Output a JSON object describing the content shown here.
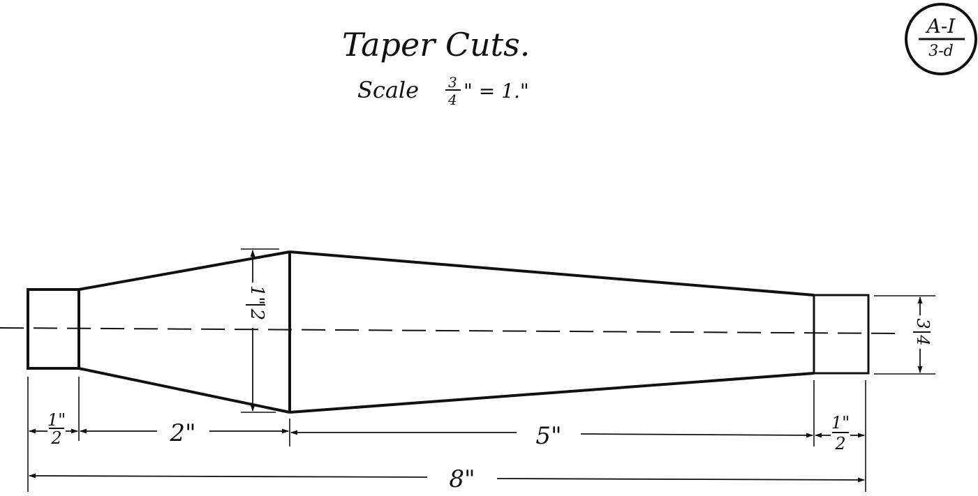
{
  "title": "Taper Cuts.",
  "scale": {
    "prefix": "Scale",
    "numerator": "3",
    "denominator": "4",
    "suffix": "\" = 1.\""
  },
  "badge": {
    "top": "A-I",
    "bottom": "3-d"
  },
  "dimensions": {
    "left_end_length": {
      "numerator": "1\"",
      "denominator": "2"
    },
    "left_taper_length": "2\"",
    "right_taper_length": "5\"",
    "right_end_length": {
      "numerator": "1\"",
      "denominator": "2"
    },
    "overall_length": "8\"",
    "max_diameter": {
      "numerator": "1\"",
      "denominator": "2"
    },
    "right_end_diameter": {
      "numerator": "3",
      "denominator": "4"
    }
  }
}
